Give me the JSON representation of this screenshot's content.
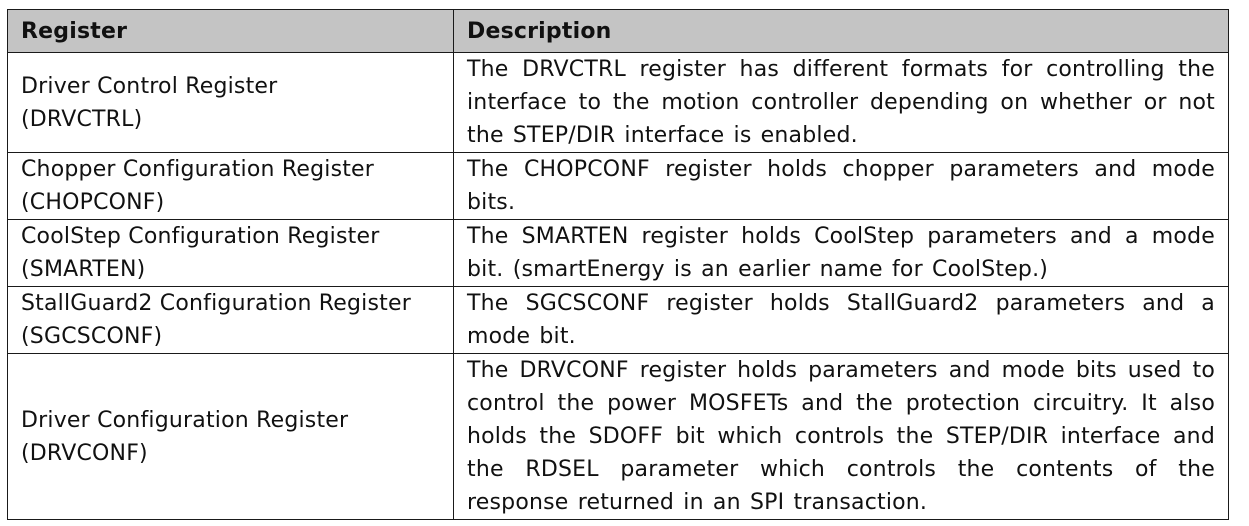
{
  "table": {
    "headers": [
      "Register",
      "Description"
    ],
    "rows": [
      {
        "register_line1": "Driver Control Register",
        "register_line2": "(DRVCTRL)",
        "description": "The DRVCTRL register has different formats for controlling the interface to the motion controller depending on whether or not the STEP/DIR interface is enabled."
      },
      {
        "register_line1": "Chopper Configuration Register",
        "register_line2": "(CHOPCONF)",
        "description": "The CHOPCONF register holds chopper parameters and mode bits."
      },
      {
        "register_line1": "CoolStep Configuration Register",
        "register_line2": "(SMARTEN)",
        "description": "The SMARTEN register holds CoolStep parameters and a mode bit. (smartEnergy is an earlier name for CoolStep.)"
      },
      {
        "register_line1": "StallGuard2 Configuration Register",
        "register_line2": "(SGCSCONF)",
        "description": "The SGCSCONF register holds StallGuard2 parameters and a mode bit."
      },
      {
        "register_line1": "Driver Configuration Register",
        "register_line2": "(DRVCONF)",
        "description": "The DRVCONF register holds parameters and mode bits used to control the power MOSFETs and the protection circuitry. It also holds the SDOFF bit which controls the STEP/DIR interface and the RDSEL parameter which controls the contents of the response returned in an SPI transaction."
      }
    ]
  },
  "colors": {
    "header_background": "#c4c4c4",
    "border": "#1a1a1a"
  }
}
